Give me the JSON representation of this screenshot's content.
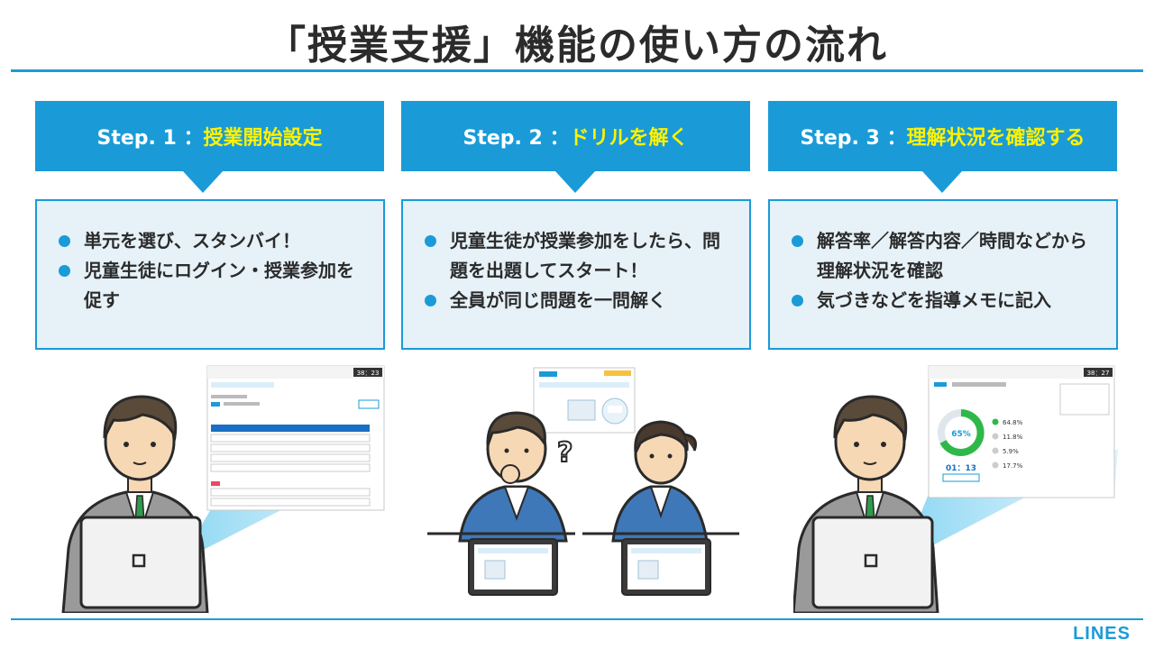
{
  "page": {
    "title": "「授業支援」機能の使い方の流れ",
    "logo": "LINES"
  },
  "steps": [
    {
      "label": "Step. 1 ：",
      "highlight": "授業開始設定",
      "bullets": [
        "単元を選び、スタンバイ！",
        "児童生徒にログイン・授業参加を促す"
      ]
    },
    {
      "label": "Step. 2 ：",
      "highlight": "ドリルを解く",
      "bullets": [
        "児童生徒が授業参加をしたら、問題を出題してスタート！",
        "全員が同じ問題を一問解く"
      ]
    },
    {
      "label": "Step. 3 ：",
      "highlight": "理解状況を確認する",
      "bullets": [
        "解答率／解答内容／時間などから理解状況を確認",
        "気づきなどを指導メモに記入"
      ]
    }
  ],
  "illustration": {
    "screen1_time": "38：23",
    "screen3_time": "38：27",
    "screen3_percent": "65%",
    "screen3_timer": "01：13",
    "screen3_rates": [
      "64.8%",
      "11.8%",
      "5.9%",
      "17.7%"
    ],
    "question_mark": "?"
  },
  "colors": {
    "accent": "#1a9bd7",
    "highlight": "#fff200",
    "box_bg": "#e6f1f8",
    "suit": "#3f78b8",
    "laptop": "#f2f2f2"
  }
}
